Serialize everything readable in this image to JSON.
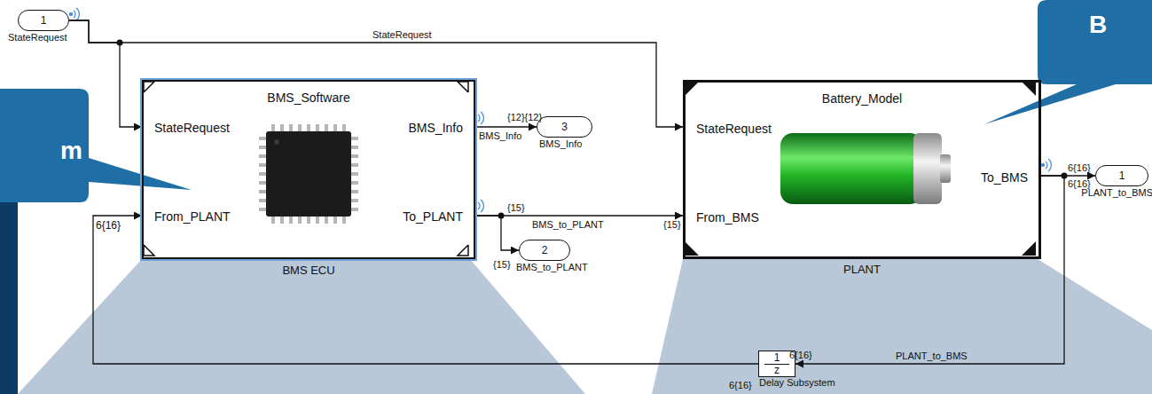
{
  "diagram": {
    "nodes": [
      {
        "text": [
          "1",
          "StateRequest"
        ]
      },
      {
        "text": [
          "BMS_Software",
          "StateRequest",
          "From_PLANT",
          "BMS_Info",
          "To_PLANT",
          "BMS ECU"
        ]
      },
      {
        "text": [
          "Battery_Model",
          "StateRequest",
          "From_BMS",
          "To_BMS",
          "PLANT"
        ]
      },
      {
        "text": [
          "3",
          "BMS_Info"
        ]
      },
      {
        "text": [
          "2",
          "BMS_to_PLANT"
        ]
      },
      {
        "text": [
          "1",
          "PLANT_to_BMS"
        ]
      },
      {
        "text": [
          "1",
          "z",
          "Delay Subsystem"
        ]
      }
    ],
    "edges": [
      {
        "from": 0,
        "to": 1,
        "arrow": "to"
      },
      {
        "from": 0,
        "to": 2,
        "label": "StateRequest",
        "arrow": "to"
      },
      {
        "from": 1,
        "to": 3,
        "label": "BMS_Info",
        "arrow": "to"
      },
      {
        "from": 1,
        "to": 2,
        "label": "BMS_to_PLANT",
        "arrow": "to"
      },
      {
        "from": 1,
        "to": 4,
        "arrow": "to"
      },
      {
        "from": 2,
        "to": 5,
        "arrow": "to"
      },
      {
        "from": 2,
        "to": 6,
        "label": "PLANT_to_BMS",
        "arrow": "to"
      },
      {
        "from": 6,
        "to": 1,
        "arrow": "to"
      }
    ],
    "labels": [
      "B",
      "m",
      "{12}{12}",
      "{15}",
      "6{16}",
      "6{16}",
      "6{16}",
      "{15}",
      "{15}",
      "6{16}",
      "6{16}"
    ]
  }
}
